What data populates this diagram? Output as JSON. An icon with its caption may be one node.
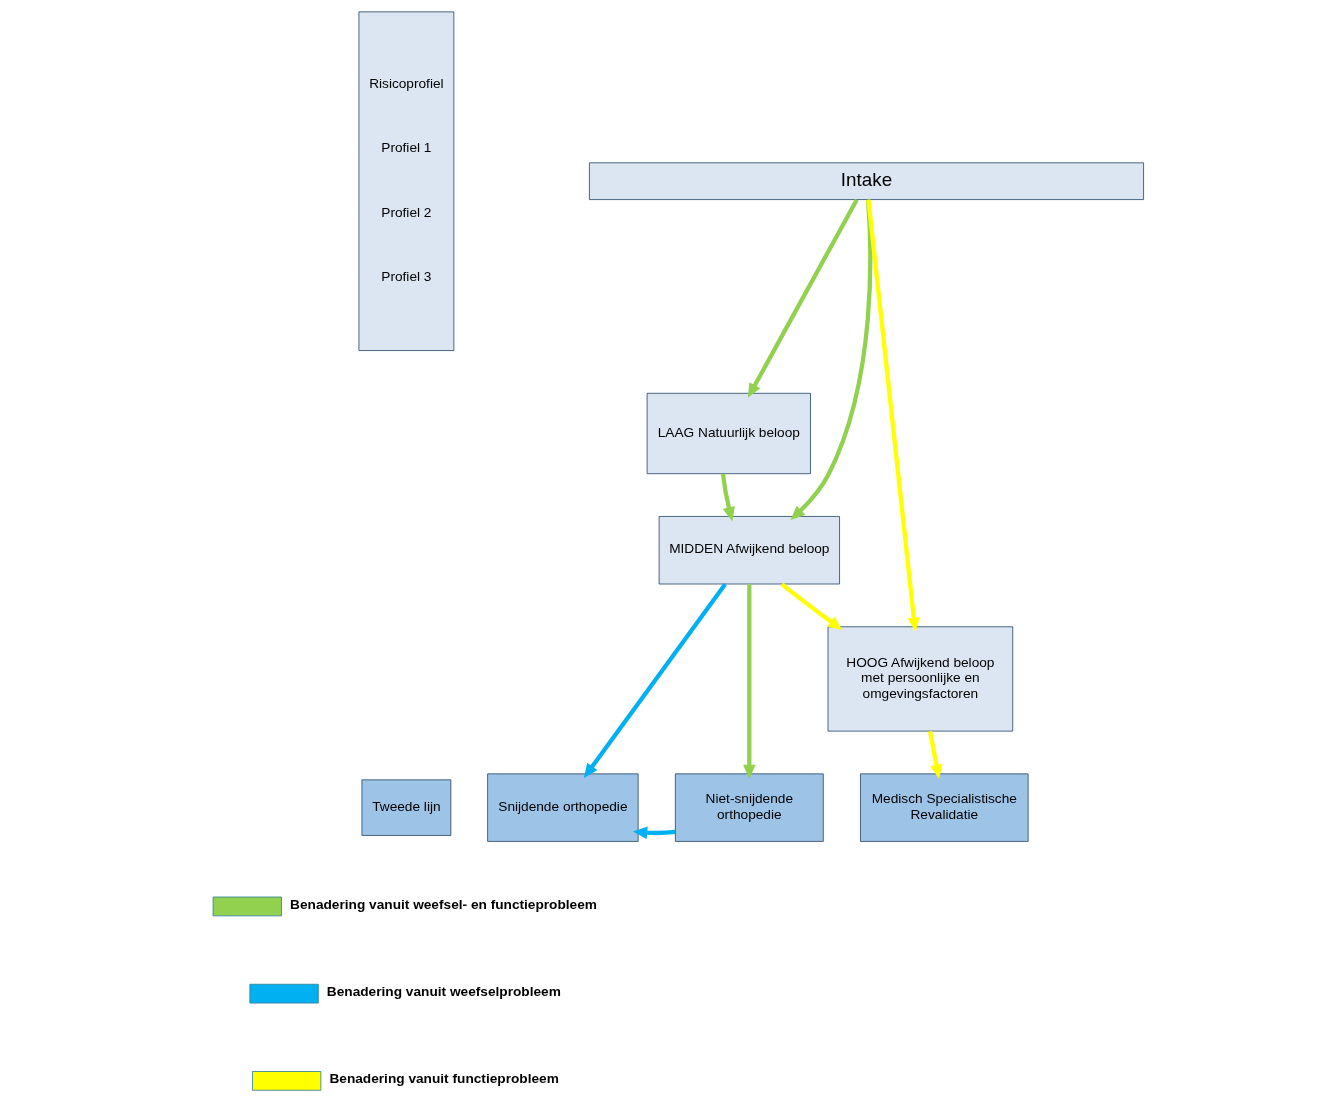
{
  "diagram": {
    "nodes": [
      {
        "text": [
          "Risicoprofiel",
          "Profiel 1",
          "Profiel 2",
          "Profiel 3"
        ]
      },
      {
        "text": [
          "Tweede lijn"
        ]
      },
      {
        "text": [
          "Intake"
        ]
      },
      {
        "text": [
          "LAAG Natuurlijk beloop"
        ]
      },
      {
        "text": [
          "MIDDEN Afwijkend beloop"
        ]
      },
      {
        "text": [
          "HOOG Afwijkend beloop met persoonlijke en omgevingsfactoren"
        ]
      },
      {
        "text": [
          "Snijdende orthopedie"
        ]
      },
      {
        "text": [
          "Niet-snijdende orthopedie"
        ]
      },
      {
        "text": [
          "Medisch Specialistische Revalidatie"
        ]
      }
    ],
    "edges": [
      {
        "from": 2,
        "to": 3,
        "arrow": "to"
      },
      {
        "from": 3,
        "to": 4,
        "arrow": "to"
      },
      {
        "from": 2,
        "to": 4,
        "arrow": "to"
      },
      {
        "from": 2,
        "to": 5,
        "arrow": "to",
        "color": "#ffff00"
      },
      {
        "from": 4,
        "to": 5,
        "arrow": "to",
        "color": "#ffff00"
      },
      {
        "from": 4,
        "to": 6,
        "arrow": "to",
        "color": "#00b0f0"
      },
      {
        "from": 4,
        "to": 7,
        "arrow": "to"
      },
      {
        "from": 7,
        "to": 6,
        "arrow": "to",
        "color": "#00b0f0"
      },
      {
        "from": 5,
        "to": 8,
        "arrow": "to",
        "color": "#ffff00"
      }
    ],
    "legend": [
      {
        "text": "Benadering vanuit weefsel- en functieprobleem",
        "color": "#92d050"
      },
      {
        "text": "Benadering vanuit weefselprobleem",
        "color": "#00b0f0"
      },
      {
        "text": "Benadering vanuit functieprobleem",
        "color": "#ffff00"
      }
    ]
  }
}
